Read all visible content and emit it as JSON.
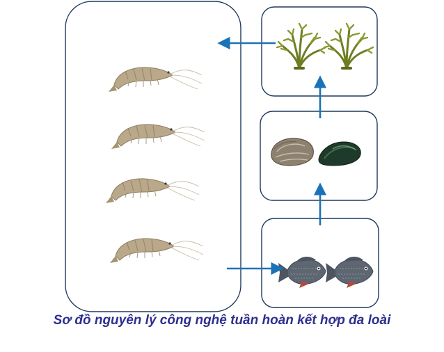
{
  "caption": "Sơ đồ nguyên lý công nghệ tuần hoàn kết hợp đa loài",
  "colors": {
    "box_border": "#1f3a5f",
    "arrow": "#1a72b8",
    "caption": "#2e2f8f",
    "seaweed": "#7d8c2a",
    "shrimp": "#b9a88a",
    "fish": "#5e6672",
    "oyster": "#8d8170",
    "mussel": "#1e3a2a"
  },
  "diagram": {
    "pond": {
      "name": "shrimp-pond",
      "icon": "shrimp-icon",
      "count": 4
    },
    "tanks": [
      {
        "name": "seaweed-tank",
        "icon": "seaweed-icon",
        "count": 2
      },
      {
        "name": "bivalve-tank",
        "icons": [
          "oyster-icon",
          "mussel-icon"
        ]
      },
      {
        "name": "fish-tank",
        "icon": "fish-icon",
        "count": 2
      }
    ],
    "flow": [
      "shrimp-pond",
      "fish-tank",
      "bivalve-tank",
      "seaweed-tank",
      "shrimp-pond"
    ]
  }
}
